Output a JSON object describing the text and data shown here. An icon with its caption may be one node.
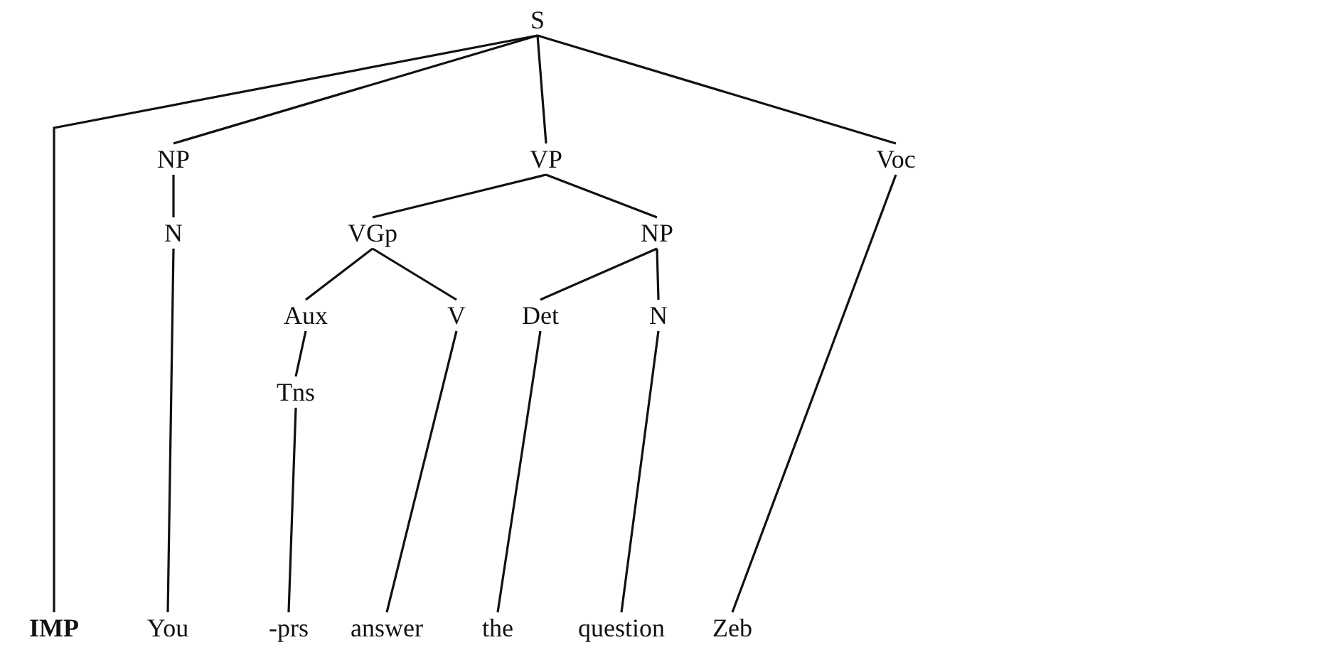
{
  "diagram": {
    "nodes": [
      {
        "text": [
          "S"
        ]
      },
      {
        "text": [
          "NP"
        ]
      },
      {
        "text": [
          "VP"
        ]
      },
      {
        "text": [
          "Voc"
        ]
      },
      {
        "text": [
          "N"
        ]
      },
      {
        "text": [
          "VGp"
        ]
      },
      {
        "text": [
          "NP"
        ]
      },
      {
        "text": [
          "Aux"
        ]
      },
      {
        "text": [
          "V"
        ]
      },
      {
        "text": [
          "Det"
        ]
      },
      {
        "text": [
          "N"
        ]
      },
      {
        "text": [
          "Tns"
        ]
      },
      {
        "text": [
          "IMP"
        ]
      },
      {
        "text": [
          "You"
        ]
      },
      {
        "text": [
          "-prs"
        ]
      },
      {
        "text": [
          "answer"
        ]
      },
      {
        "text": [
          "the"
        ]
      },
      {
        "text": [
          "question"
        ]
      },
      {
        "text": [
          "Zeb"
        ]
      }
    ],
    "edges": [
      {
        "from": 0,
        "to": 12,
        "arrow": "none"
      },
      {
        "from": 0,
        "to": 1,
        "arrow": "none"
      },
      {
        "from": 0,
        "to": 2,
        "arrow": "none"
      },
      {
        "from": 0,
        "to": 3,
        "arrow": "none"
      },
      {
        "from": 1,
        "to": 4,
        "arrow": "none"
      },
      {
        "from": 4,
        "to": 13,
        "arrow": "none"
      },
      {
        "from": 2,
        "to": 5,
        "arrow": "none"
      },
      {
        "from": 2,
        "to": 6,
        "arrow": "none"
      },
      {
        "from": 5,
        "to": 7,
        "arrow": "none"
      },
      {
        "from": 5,
        "to": 8,
        "arrow": "none"
      },
      {
        "from": 6,
        "to": 9,
        "arrow": "none"
      },
      {
        "from": 6,
        "to": 10,
        "arrow": "none"
      },
      {
        "from": 7,
        "to": 11,
        "arrow": "none"
      },
      {
        "from": 11,
        "to": 14,
        "arrow": "none"
      },
      {
        "from": 8,
        "to": 15,
        "arrow": "none"
      },
      {
        "from": 9,
        "to": 16,
        "arrow": "none"
      },
      {
        "from": 10,
        "to": 17,
        "arrow": "none"
      },
      {
        "from": 3,
        "to": 18,
        "arrow": "none"
      }
    ]
  }
}
